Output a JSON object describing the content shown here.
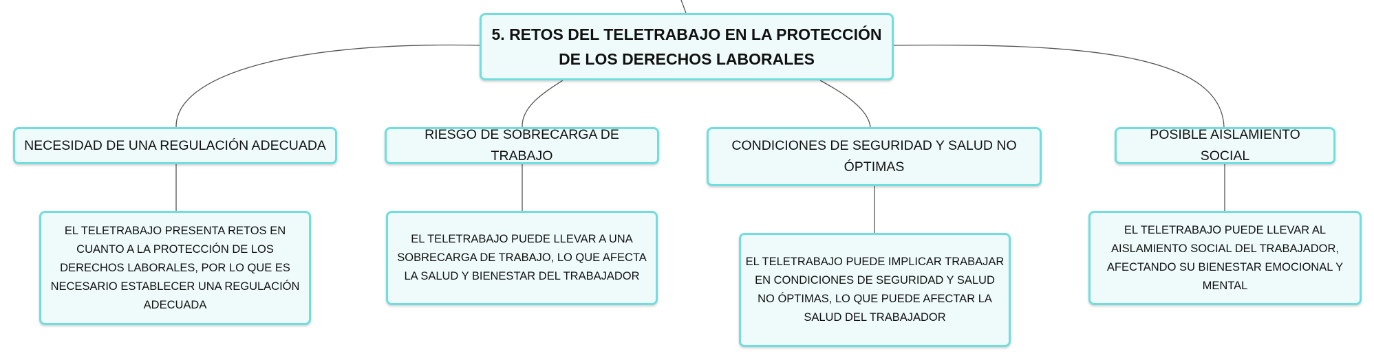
{
  "colors": {
    "node_fill": "#effbfb",
    "node_border": "#70dede",
    "connector": "#555555",
    "text": "#111111"
  },
  "root": {
    "title": "5. RETOS DEL TELETRABAJO EN LA PROTECCIÓN DE LOS DERECHOS LABORALES"
  },
  "branches": [
    {
      "label": "NECESIDAD DE UNA REGULACIÓN ADECUADA",
      "detail": "EL TELETRABAJO PRESENTA RETOS EN CUANTO A LA PROTECCIÓN DE LOS DERECHOS LABORALES, POR LO QUE ES NECESARIO ESTABLECER UNA REGULACIÓN ADECUADA"
    },
    {
      "label": "RIESGO DE SOBRECARGA DE TRABAJO",
      "detail": "EL TELETRABAJO PUEDE LLEVAR A UNA SOBRECARGA DE TRABAJO, LO QUE AFECTA LA SALUD Y BIENESTAR DEL TRABAJADOR"
    },
    {
      "label": "CONDICIONES DE SEGURIDAD Y SALUD NO ÓPTIMAS",
      "detail": "EL TELETRABAJO PUEDE IMPLICAR TRABAJAR EN CONDICIONES DE SEGURIDAD Y SALUD NO ÓPTIMAS, LO QUE PUEDE AFECTAR LA SALUD DEL TRABAJADOR"
    },
    {
      "label": "POSIBLE AISLAMIENTO SOCIAL",
      "detail": "EL TELETRABAJO PUEDE LLEVAR AL AISLAMIENTO SOCIAL DEL TRABAJADOR, AFECTANDO SU BIENESTAR EMOCIONAL Y MENTAL"
    }
  ]
}
